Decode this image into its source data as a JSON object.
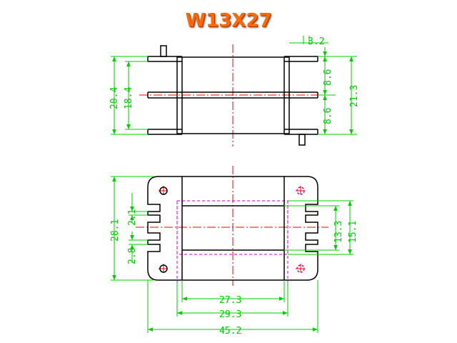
{
  "title": "W13X27",
  "colors": {
    "outline": "#000000",
    "dimension": "#00cc00",
    "centerline": "#ff0000",
    "hidden": "#cc00cc",
    "title": "#ff6a00"
  },
  "top_view": {
    "dimensions": {
      "overall_height": "20.4",
      "inner_height": "18.4",
      "pin_width": "3.2",
      "right_upper": "8.6",
      "right_lower": "8.6",
      "right_total": "21.3"
    }
  },
  "front_view": {
    "dimensions": {
      "height": "28.1",
      "slot_gap": "2.1",
      "slot_pitch": "2.8",
      "window_inner": "13.3",
      "window_outer": "15.1",
      "width_inner": "27.3",
      "width_mid": "29.3",
      "width_overall": "45.2"
    }
  }
}
